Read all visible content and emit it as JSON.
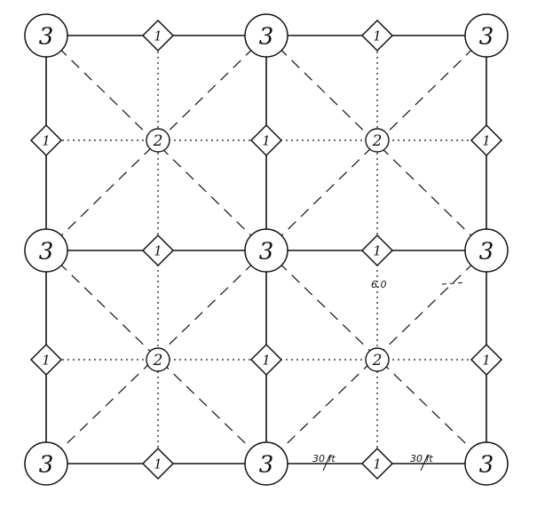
{
  "diagram": {
    "grid_labels": [
      [
        "3",
        "1",
        "3",
        "1",
        "3"
      ],
      [
        "1",
        "2",
        "1",
        "2",
        "1"
      ],
      [
        "3",
        "1",
        "3",
        "1",
        "3"
      ],
      [
        "1",
        "2",
        "1",
        "2",
        "1"
      ],
      [
        "3",
        "1",
        "3",
        "1",
        "3"
      ]
    ],
    "node_shapes": {
      "3": "large-circle",
      "1": "diamond",
      "2": "small-circle"
    },
    "line_styles": {
      "grid": "solid",
      "mid": "dotted",
      "diagonal": "dashed"
    },
    "annotations": {
      "spacing_center": "6.0",
      "spacing_left": "30 ft",
      "spacing_right": "30 ft"
    },
    "ink_color": "#111111"
  }
}
